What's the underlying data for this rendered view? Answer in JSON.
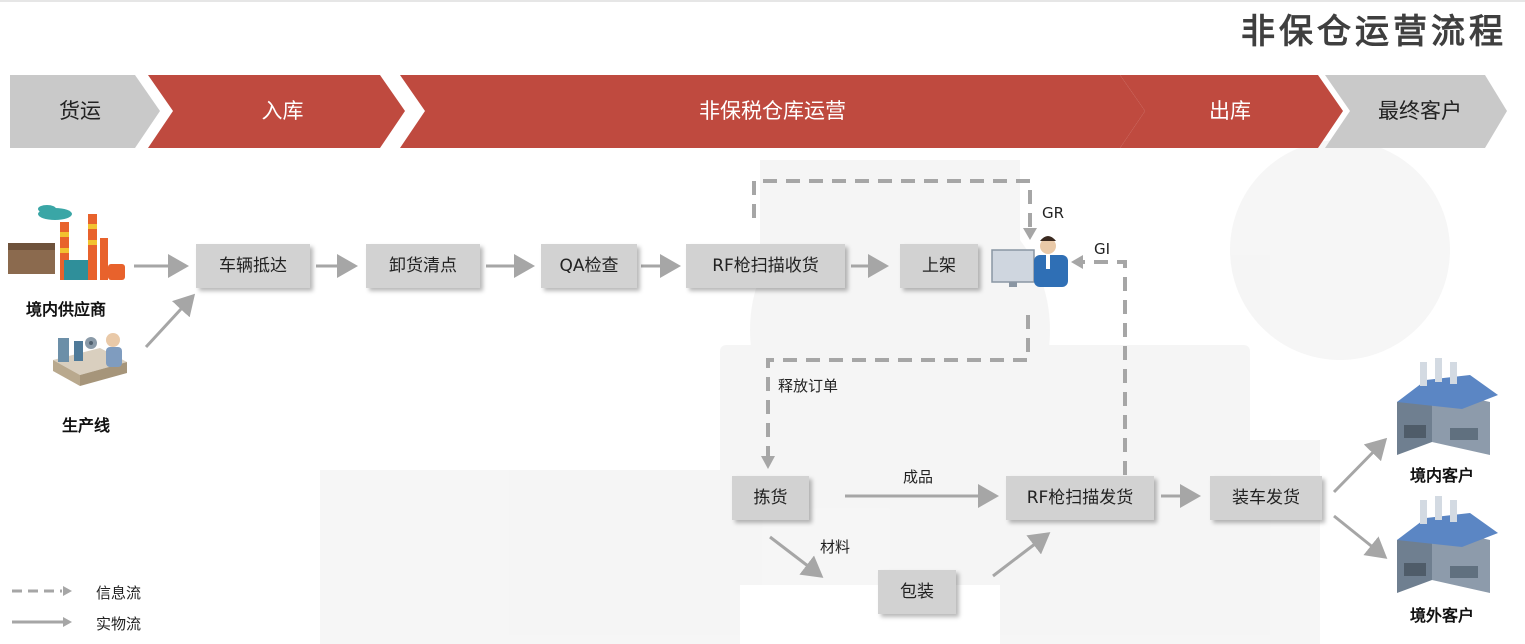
{
  "title": "非保仓运营流程",
  "stages": [
    {
      "label": "货运",
      "color": "#c9c9c9"
    },
    {
      "label": "入库",
      "color": "#bf4a3f"
    },
    {
      "label": "非保税仓库运营",
      "color": "#bf4a3f"
    },
    {
      "label": "出库",
      "color": "#bf4a3f"
    },
    {
      "label": "最终客户",
      "color": "#c9c9c9"
    }
  ],
  "entities": {
    "domestic_supplier": "境内供应商",
    "production_line": "生产线",
    "domestic_customer": "境内客户",
    "overseas_customer": "境外客户"
  },
  "process": {
    "vehicle_arrival": "车辆抵达",
    "unload_count": "卸货清点",
    "qa_check": "QA检查",
    "rf_receive": "RF枪扫描收货",
    "putaway": "上架",
    "picking": "拣货",
    "rf_ship": "RF枪扫描发货",
    "load_ship": "装车发货",
    "packing": "包装"
  },
  "flow_labels": {
    "gr": "GR",
    "gi": "GI",
    "release_order": "释放订单",
    "finished_goods": "成品",
    "materials": "材料"
  },
  "legend": {
    "info_flow": "信息流",
    "physical_flow": "实物流"
  },
  "colors": {
    "accent_red": "#bf4a3f",
    "stage_grey": "#c9c9c9",
    "box_grey": "#d2d2d2",
    "arrow_grey": "#a6a6a6",
    "clerk_blue": "#2f6fb5",
    "warehouse_blue": "#5b86c4"
  }
}
